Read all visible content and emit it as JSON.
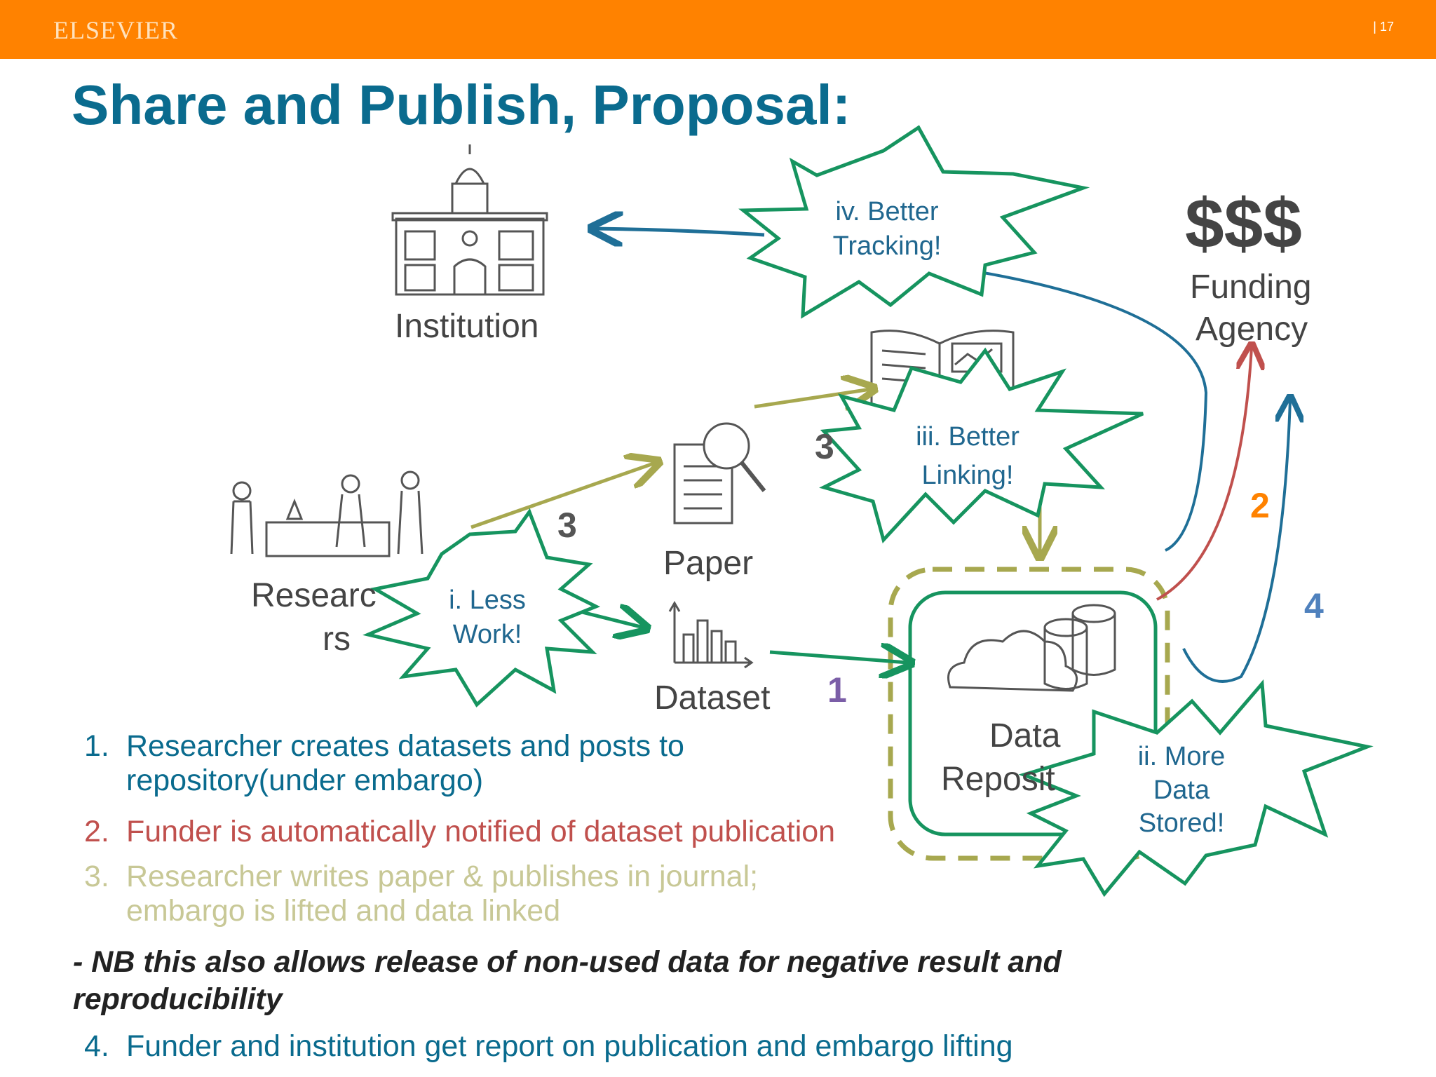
{
  "header": {
    "logo": "ELSEVIER",
    "page_number": "| 17"
  },
  "title": "Share and Publish, Proposal:",
  "nodes": {
    "institution": "Institution",
    "funding_symbol": "$$$",
    "funding_line1": "Funding",
    "funding_line2": "Agency",
    "paper": "Paper",
    "dataset": "Dataset",
    "researchers_line1": "Researc",
    "researchers_line2": "rs",
    "repository_line1": "Data",
    "repository_line2": "Reposit"
  },
  "bursts": {
    "tracking_1": "iv. Better",
    "tracking_2": "Tracking!",
    "linking_1": "iii. Better",
    "linking_2": "Linking!",
    "less_work_1": "i. Less",
    "less_work_2": "Work!",
    "stored_1": "ii. More",
    "stored_2": "Data",
    "stored_3": "Stored!"
  },
  "step_labels": {
    "one": "1",
    "two": "2",
    "three_a": "3",
    "three_b": "3",
    "four": "4"
  },
  "colors": {
    "orange": "#ff8200",
    "title_blue": "#0a6b8e",
    "green": "#16945f",
    "olive": "#a7a84f",
    "red": "#c0504d",
    "purple": "#7b5ea7",
    "blue_step": "#4f81bd",
    "teal": "#1f6f97"
  },
  "steps": [
    {
      "n": "1.",
      "line1": "Researcher creates datasets and posts to",
      "line2": "repository(under embargo)"
    },
    {
      "n": "2.",
      "line1": "Funder is automatically notified of dataset publication"
    },
    {
      "n": "3.",
      "line1": "Researcher writes paper & publishes in journal;",
      "line2": "embargo is lifted and data linked"
    },
    {
      "n": "4.",
      "line1": "Funder and institution get report on publication and embargo lifting"
    }
  ],
  "note": {
    "line1": "- NB this also allows release of non-used data for negative result and",
    "line2": "reproducibility"
  }
}
